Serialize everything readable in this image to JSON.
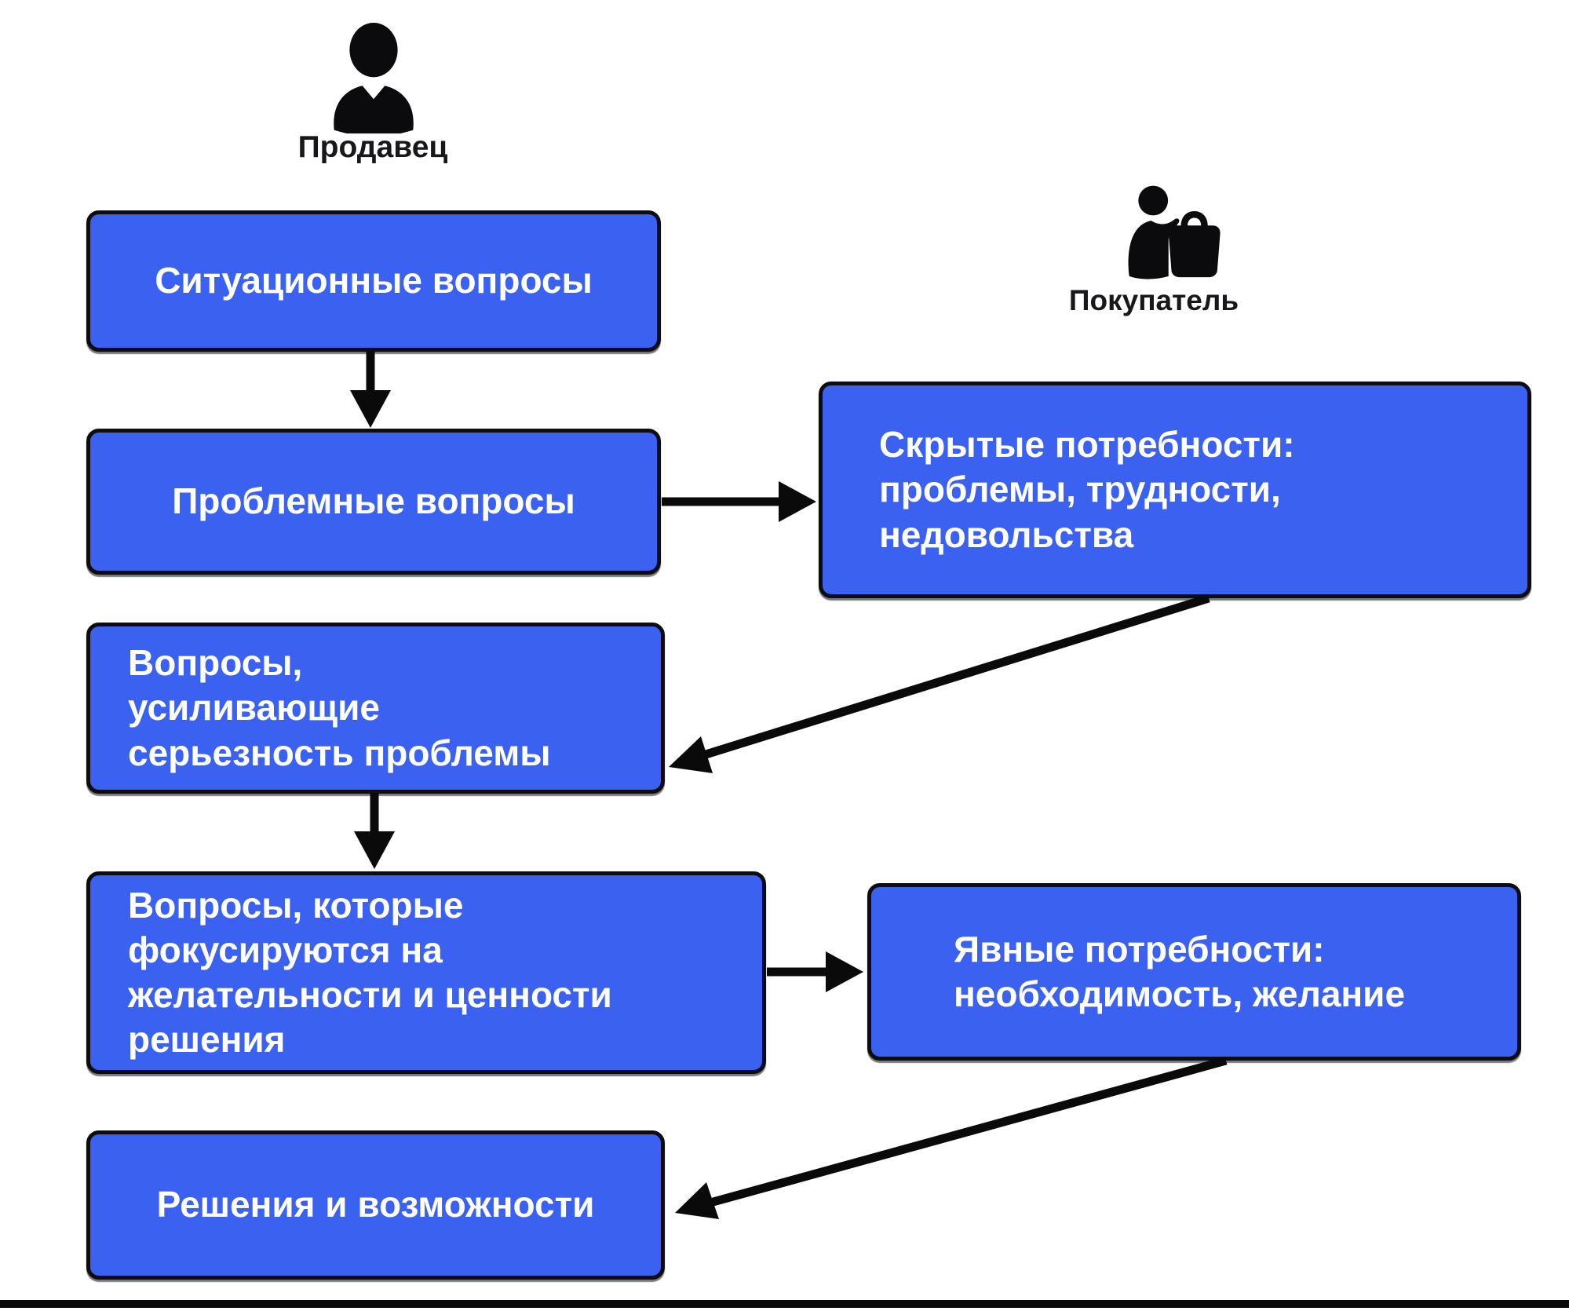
{
  "diagram": {
    "topic": "SPIN selling flow",
    "language": "ru"
  },
  "colors": {
    "box_fill": "#3B61F0",
    "box_border": "#0c0c12",
    "box_text": "#ffffff",
    "label_text": "#17181c",
    "arrow": "#0a0a0a",
    "page_bg": "#ffffff"
  },
  "actors": {
    "seller": {
      "label": "Продавец",
      "icon": "businessman-icon"
    },
    "buyer": {
      "label": "Покупатель",
      "icon": "buyer-with-bag-icon"
    }
  },
  "seller_steps": [
    {
      "id": "situational",
      "label": "Ситуационные вопросы"
    },
    {
      "id": "problem",
      "label": "Проблемные вопросы"
    },
    {
      "id": "implication",
      "label": "Вопросы, усиливающие серьезность проблемы"
    },
    {
      "id": "need_payoff",
      "label": "Вопросы, которые фокусируются на желательности и ценности решения"
    },
    {
      "id": "solutions",
      "label": "Решения и возможности"
    }
  ],
  "buyer_states": [
    {
      "id": "hidden_needs",
      "label": "Скрытые потребности: проблемы, трудности, недовольства"
    },
    {
      "id": "explicit_needs",
      "label": "Явные потребности: необходимость, желание"
    }
  ]
}
